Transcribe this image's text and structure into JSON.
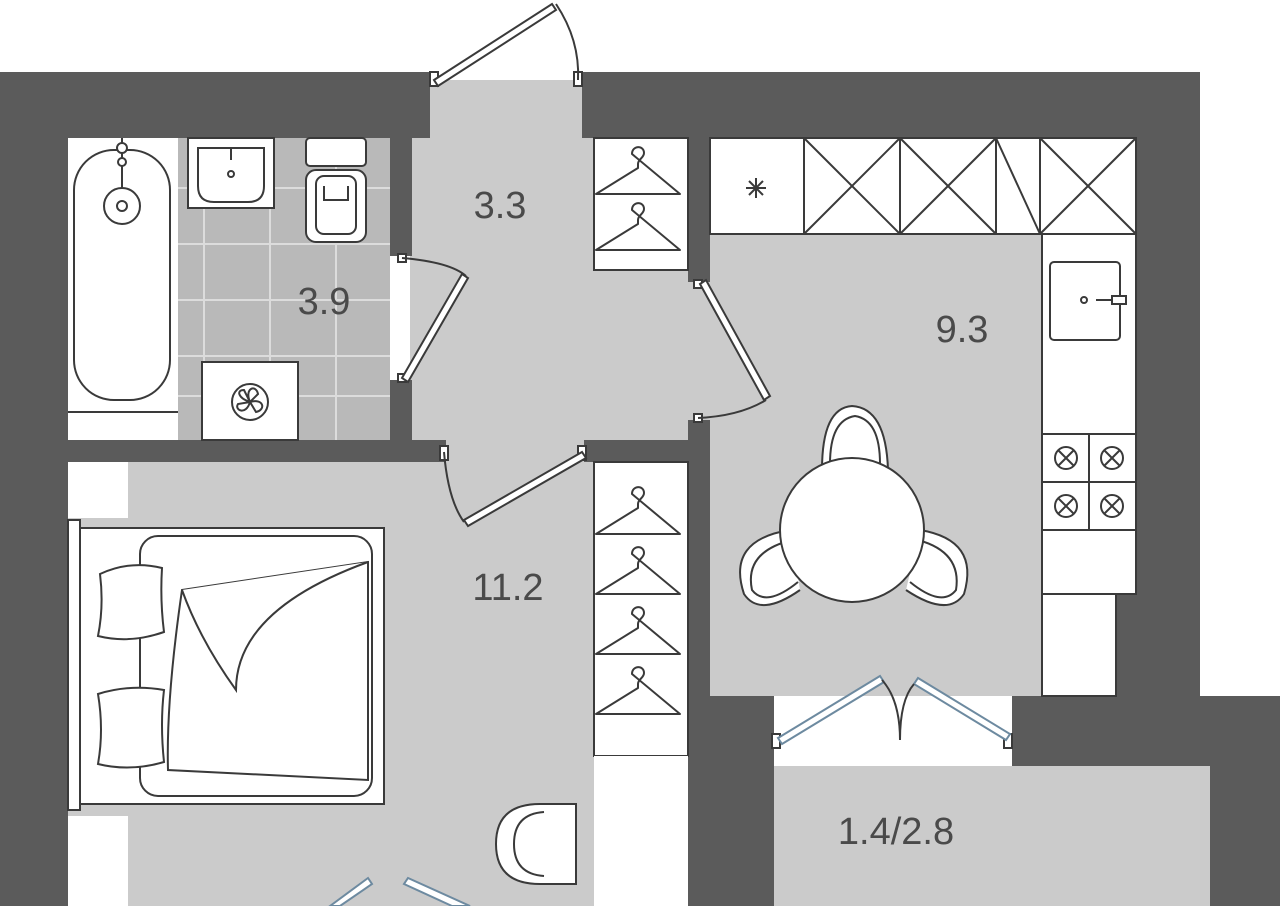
{
  "colors": {
    "wall": "#5b5b5b",
    "floor": "#cbcbcb",
    "bathroom_floor": "#b9b9b9",
    "tile_line": "#dcdcdc",
    "furniture_fill": "#ffffff",
    "furniture_stroke": "#3a3a3a",
    "label": "#4a4a4a",
    "background": "#ffffff"
  },
  "rooms": {
    "hallway": {
      "area": "3.3"
    },
    "bathroom": {
      "area": "3.9"
    },
    "kitchen": {
      "area": "9.3"
    },
    "bedroom": {
      "area": "11.2"
    },
    "balcony": {
      "area": "1.4/2.8"
    }
  },
  "icons": {
    "fridge": "snowflake-icon",
    "fan": "fan-icon",
    "hanger": "hanger-icon"
  }
}
